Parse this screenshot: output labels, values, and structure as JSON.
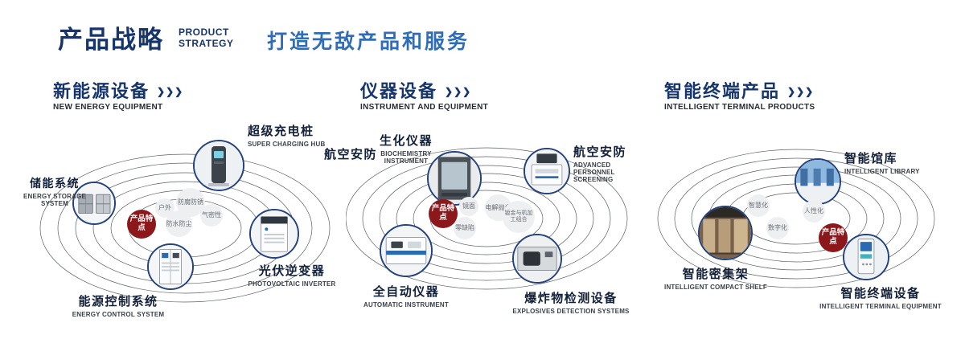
{
  "header": {
    "title": "产品战略",
    "subtitle_line1": "PRODUCT",
    "subtitle_line2": "STRATEGY",
    "tagline": "打造无敌产品和服务"
  },
  "icons": {
    "chevrons": "❯❯❯"
  },
  "colors": {
    "navy": "#17356d",
    "blue": "#2f6db8",
    "badge_red": "#8c181c"
  },
  "sections": [
    {
      "title": "新能源设备",
      "subtitle": "NEW ENERGY EQUIPMENT",
      "center_badge": "产品特点",
      "nodes": [
        {
          "label": "储能系统",
          "sublabel": "ENERGY STORAGE SYSTEM",
          "icon": "energy-storage-cabinets"
        },
        {
          "label": "超级充电桩",
          "sublabel": "SUPER CHARGING HUB",
          "icon": "charging-pile"
        },
        {
          "label": "光伏逆变器",
          "sublabel": "PHOTOVOLTAIC INVERTER",
          "icon": "inverter-cabinet"
        },
        {
          "label": "能源控制系统",
          "sublabel": "ENERGY CONTROL SYSTEM",
          "icon": "control-cabinet"
        }
      ],
      "features": [
        "防腐防锈",
        "户外",
        "气密性",
        "防水防尘"
      ]
    },
    {
      "title": "仪器设备",
      "subtitle": "INSTRUMENT AND EQUIPMENT",
      "center_badge": "产品特点",
      "side_label": "航空安防",
      "nodes": [
        {
          "label": "生化仪器",
          "sublabel": "BIOCHEMISTRY INSTRUMENT",
          "icon": "biochemistry-analyzer"
        },
        {
          "label": "航空安防",
          "sublabel": "ADVANCED PERSONNEL SCREENING",
          "icon": "personnel-screening-machine"
        },
        {
          "label": "全自动仪器",
          "sublabel": "AUTOMATIC INSTRUMENT",
          "icon": "automatic-instrument"
        },
        {
          "label": "爆炸物检测设备",
          "sublabel": "EXPLOSIVES DETECTION SYSTEMS",
          "icon": "explosives-detector"
        }
      ],
      "features": [
        "镜面",
        "电解抛光",
        "零缺陷",
        "钣金与机加工组合"
      ]
    },
    {
      "title": "智能终端产品",
      "subtitle": "INTELLIGENT TERMINAL PRODUCTS",
      "center_badge": "产品特点",
      "nodes": [
        {
          "label": "智能馆库",
          "sublabel": "INTELLIGENT LIBRARY",
          "icon": "intelligent-library-room"
        },
        {
          "label": "智能密集架",
          "sublabel": "INTELLIGENT COMPACT SHELF",
          "icon": "compact-shelf-room"
        },
        {
          "label": "智能终端设备",
          "sublabel": "INTELLIGENT TERMINAL EQUIPMENT",
          "icon": "terminal-kiosk"
        }
      ],
      "features": [
        "智慧化",
        "人性化",
        "数字化"
      ]
    }
  ]
}
